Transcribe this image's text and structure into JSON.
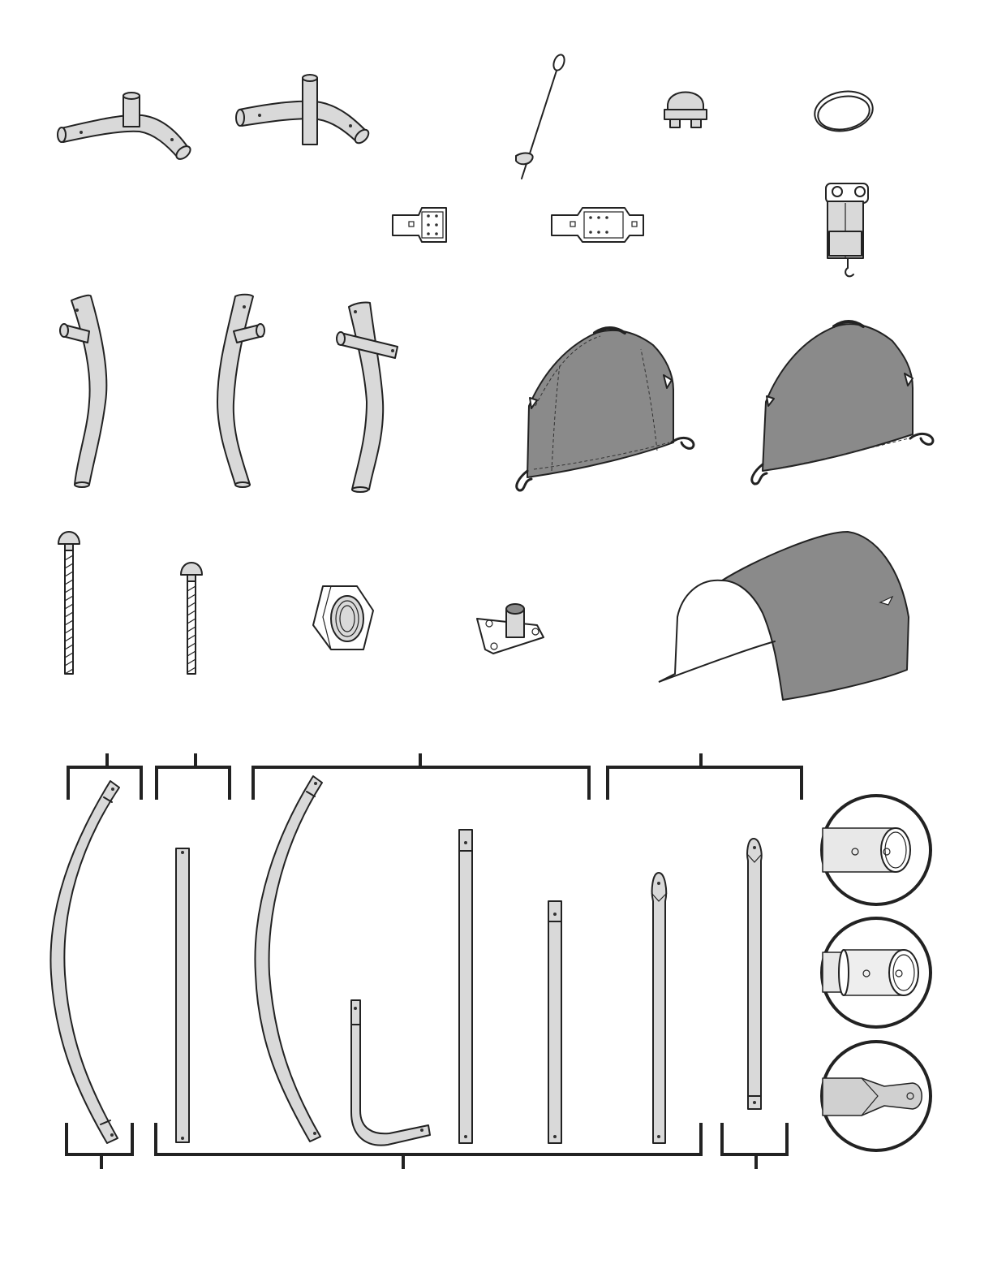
{
  "sheet": {
    "parts": [
      {
        "id": "tee-connector-small",
        "icon": "tee-connector-icon"
      },
      {
        "id": "cross-connector",
        "icon": "cross-connector-icon"
      },
      {
        "id": "ground-anchor",
        "icon": "auger-anchor-icon"
      },
      {
        "id": "cable-clamp",
        "icon": "wire-rope-clip-icon"
      },
      {
        "id": "cable",
        "icon": "cable-coil-icon"
      },
      {
        "id": "plate-small",
        "icon": "connector-plate-icon"
      },
      {
        "id": "plate-large",
        "icon": "connector-plate-icon"
      },
      {
        "id": "ratchet",
        "icon": "ratchet-tensioner-icon"
      },
      {
        "id": "side-rail-left",
        "icon": "bent-tube-icon"
      },
      {
        "id": "side-rail-center",
        "icon": "bent-tube-icon"
      },
      {
        "id": "side-rail-right",
        "icon": "bent-tube-icon"
      },
      {
        "id": "end-panel-front",
        "icon": "end-panel-icon"
      },
      {
        "id": "end-panel-rear",
        "icon": "end-panel-icon"
      },
      {
        "id": "bolt-long",
        "icon": "carriage-bolt-icon"
      },
      {
        "id": "bolt-short",
        "icon": "carriage-bolt-icon"
      },
      {
        "id": "hex-nut",
        "icon": "hex-nut-icon"
      },
      {
        "id": "foot-plate",
        "icon": "foot-plate-icon"
      },
      {
        "id": "cover",
        "icon": "canopy-cover-icon"
      },
      {
        "id": "arch-tube-a",
        "icon": "curved-tube-icon"
      },
      {
        "id": "straight-tube-a",
        "icon": "straight-tube-icon"
      },
      {
        "id": "arch-tube-b",
        "icon": "curved-tube-icon"
      },
      {
        "id": "elbow-tube",
        "icon": "elbow-tube-icon"
      },
      {
        "id": "straight-tube-b",
        "icon": "straight-tube-icon"
      },
      {
        "id": "straight-tube-c",
        "icon": "straight-tube-icon"
      },
      {
        "id": "brace-tube-a",
        "icon": "flattened-tube-icon"
      },
      {
        "id": "brace-tube-b",
        "icon": "flattened-tube-icon"
      },
      {
        "id": "detail-swaged-end",
        "icon": "swaged-end-detail-icon"
      },
      {
        "id": "detail-sleeve-end",
        "icon": "sleeve-end-detail-icon"
      },
      {
        "id": "detail-flat-end",
        "icon": "flat-end-detail-icon"
      }
    ],
    "colors": {
      "tube": "#d9d9d9",
      "fabric": "#8a8a8a",
      "outline": "#222222"
    }
  }
}
